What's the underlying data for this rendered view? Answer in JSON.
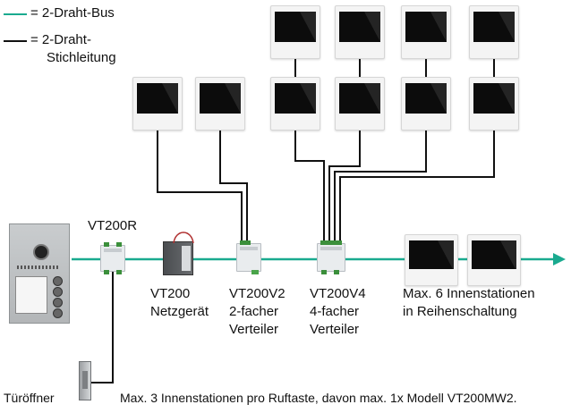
{
  "legend": {
    "bus_label": "= 2-Draht-Bus",
    "stub_label_line1": "= 2-Draht-",
    "stub_label_line2": "Stichleitung",
    "bus_color": "#1aaa8f",
    "stub_color": "#111111"
  },
  "devices": {
    "vt200r": {
      "label": "VT200R"
    },
    "netzgeraet": {
      "line1": "VT200",
      "line2": "Netzgerät"
    },
    "v2": {
      "line1": "VT200V2",
      "line2": "2-facher",
      "line3": "Verteiler"
    },
    "v4": {
      "line1": "VT200V4",
      "line2": "4-facher",
      "line3": "Verteiler"
    },
    "series": {
      "line1": "Max. 6 Innenstationen",
      "line2": "in Reihenschaltung"
    },
    "door_opener": {
      "label": "Türöffner"
    }
  },
  "footnote": "Max. 3 Innenstationen pro Ruftaste, davon max. 1x Modell VT200MW2."
}
